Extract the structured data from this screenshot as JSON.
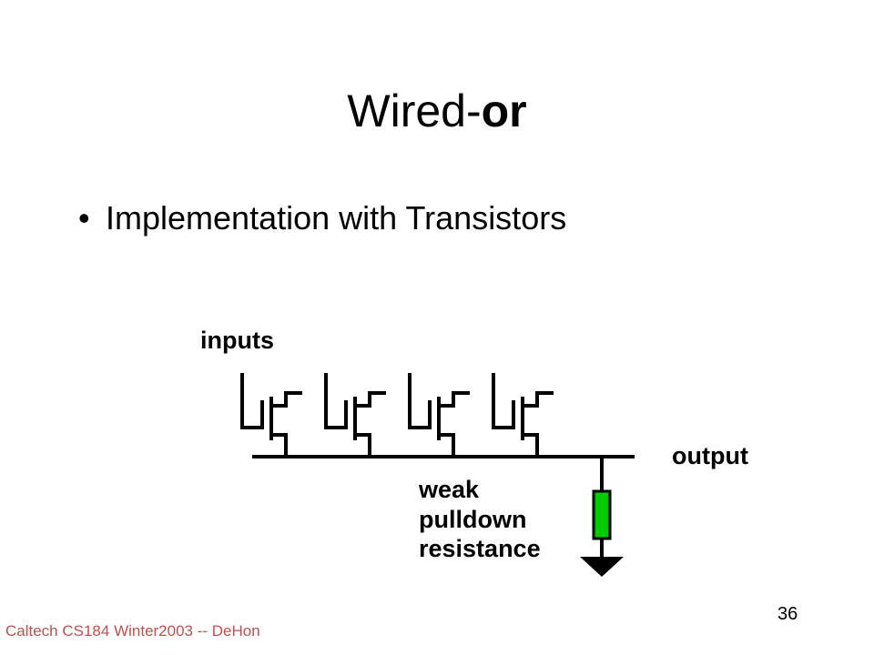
{
  "slide": {
    "title_prefix": "Wired-",
    "title_bold": "or",
    "bullet": "Implementation with Transistors",
    "footer": "Caltech CS184 Winter2003 -- DeHon",
    "page_number": "36"
  },
  "diagram": {
    "inputs_label": "inputs",
    "output_label": "output",
    "resistor_label_lines": [
      "weak",
      "pulldown",
      "resistance"
    ],
    "resistor_color": "#00cc00",
    "transistor_count": 4
  }
}
